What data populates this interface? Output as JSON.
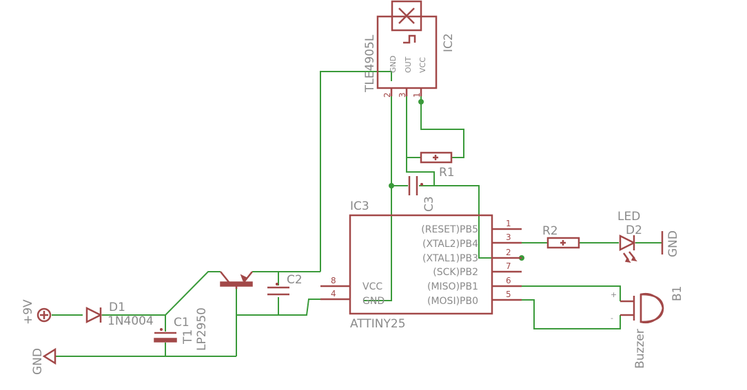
{
  "schematic": {
    "components": {
      "ic2": {
        "name": "IC2",
        "value": "TLE4905L",
        "pins": {
          "p1": "1",
          "p2": "2",
          "p3": "3"
        },
        "pin_labels": {
          "gnd": "GND",
          "out": "OUT",
          "vcc": "VCC"
        }
      },
      "ic3": {
        "name": "IC3",
        "value": "ATTINY25",
        "pins": {
          "p1": "1",
          "p2": "2",
          "p3": "3",
          "p4": "4",
          "p5": "5",
          "p6": "6",
          "p7": "7",
          "p8": "8"
        },
        "pin_labels": {
          "reset": "(RESET)PB5",
          "xtal2": "(XTAL2)PB4",
          "xtal1": "(XTAL1)PB3",
          "sck": "(SCK)PB2",
          "miso": "(MISO)PB1",
          "mosi": "(MOSI)PB0",
          "vcc": "VCC",
          "gnd": "GND"
        }
      },
      "r1": {
        "name": "R1"
      },
      "r2": {
        "name": "R2"
      },
      "c1": {
        "name": "C1"
      },
      "c2": {
        "name": "C2"
      },
      "c3": {
        "name": "C3"
      },
      "d1": {
        "name": "D1",
        "value": "1N4004"
      },
      "d2": {
        "name": "D2",
        "value": "LED"
      },
      "t1": {
        "name": "T1",
        "value": "LP2950"
      },
      "b1": {
        "name": "B1",
        "value": "Buzzer",
        "plus": "+",
        "minus": "-"
      }
    },
    "supplies": {
      "vin": "+9V",
      "gnd_left": "GND",
      "gnd_right": "GND"
    },
    "colors": {
      "wire": "#3a9a3a",
      "part": "#a24848",
      "text": "#8a8a8a"
    }
  }
}
